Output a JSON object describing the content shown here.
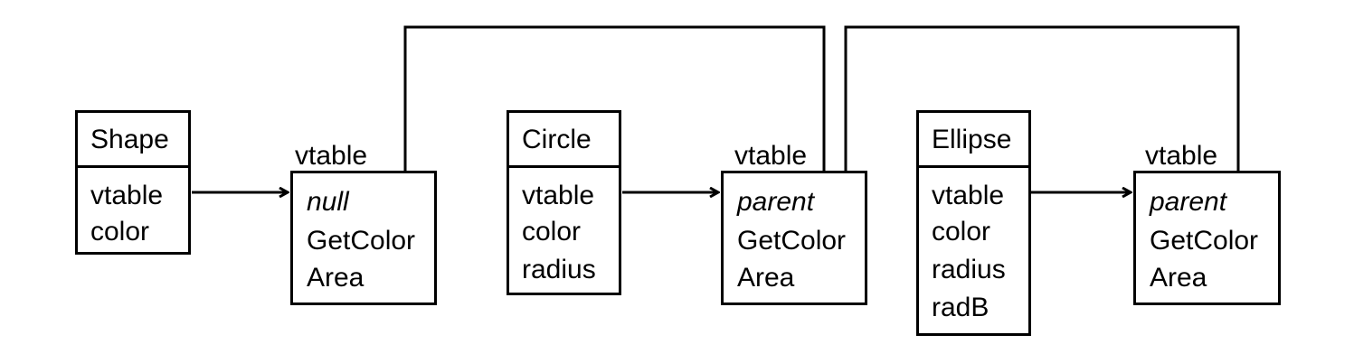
{
  "classes": {
    "shape": {
      "title": "Shape",
      "fields": [
        "vtable",
        "color"
      ]
    },
    "circle": {
      "title": "Circle",
      "fields": [
        "vtable",
        "color",
        "radius"
      ]
    },
    "ellipse": {
      "title": "Ellipse",
      "fields": [
        "vtable",
        "color",
        "radius",
        "radB"
      ]
    }
  },
  "vtables": {
    "shape": {
      "label": "vtable",
      "entries": [
        "null",
        "GetColor",
        "Area"
      ]
    },
    "circle": {
      "label": "vtable",
      "entries": [
        "parent",
        "GetColor",
        "Area"
      ]
    },
    "ellipse": {
      "label": "vtable",
      "entries": [
        "parent",
        "GetColor",
        "Area"
      ]
    }
  },
  "colors": {
    "stroke": "#000000",
    "background": "#ffffff"
  }
}
